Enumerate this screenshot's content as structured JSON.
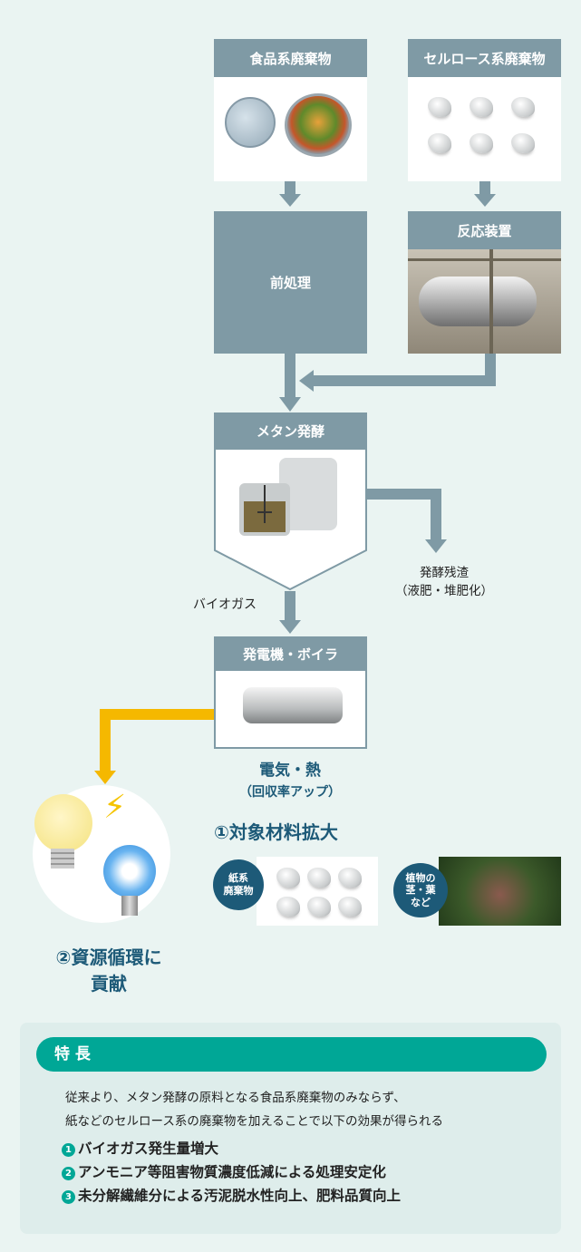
{
  "flow": {
    "food_waste": "食品系廃棄物",
    "cellulose_waste": "セルロース系廃棄物",
    "pretreatment": "前処理",
    "reactor": "反応装置",
    "methane_fermentation": "メタン発酵",
    "residue_line1": "発酵残渣",
    "residue_line2": "（液肥・堆肥化）",
    "biogas": "バイオガス",
    "generator": "発電機・ボイラ",
    "output_line1": "電気・熱",
    "output_line2": "（回収率アップ）"
  },
  "benefits": {
    "expand_title": "①対象材料拡大",
    "paper_label": "紙系\n廃棄物",
    "plant_label": "植物の\n茎・葉\nなど",
    "recycle_line1": "②資源循環に",
    "recycle_line2": "貢献"
  },
  "features": {
    "title": "特 長",
    "desc_line1": "従来より、メタン発酵の原料となる食品系廃棄物のみならず、",
    "desc_line2": "紙などのセルロース系の廃棄物を加えることで以下の効果が得られる",
    "items": [
      {
        "num": "1",
        "text": "バイオガス発生量増大"
      },
      {
        "num": "2",
        "text": "アンモニア等阻害物質濃度低減による処理安定化"
      },
      {
        "num": "3",
        "text": "未分解繊維分による汚泥脱水性向上、肥料品質向上"
      }
    ]
  },
  "colors": {
    "header": "#7f9aa5",
    "accent": "#00a796",
    "dark_blue": "#1d5a78",
    "energy_arrow": "#f5b800"
  }
}
